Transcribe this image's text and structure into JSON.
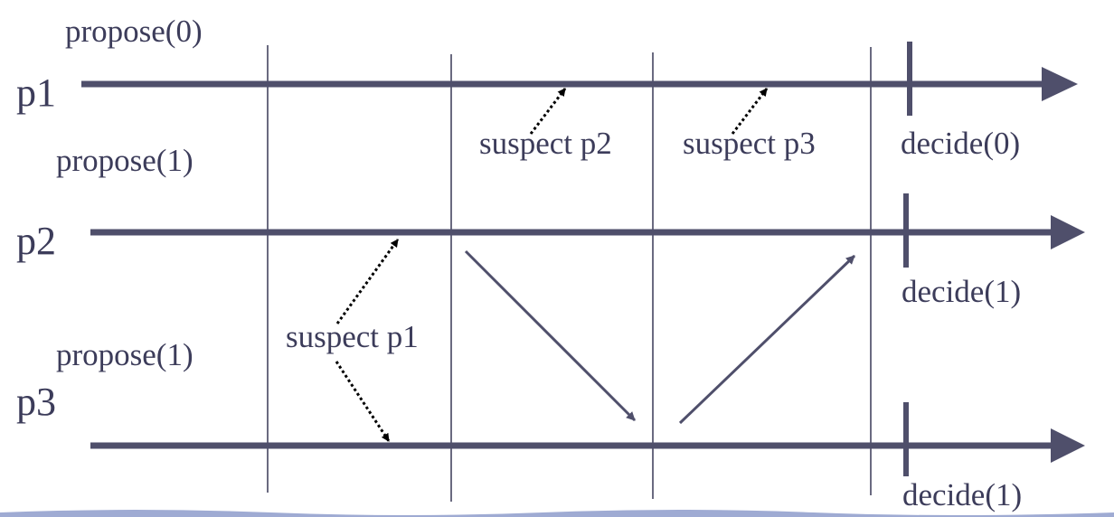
{
  "processes": [
    {
      "label": "p1",
      "propose": "propose(0)",
      "decide": "decide(0)"
    },
    {
      "label": "p2",
      "propose": "propose(1)",
      "decide": "decide(1)"
    },
    {
      "label": "p3",
      "propose": "propose(1)",
      "decide": "decide(1)"
    }
  ],
  "suspicions": [
    {
      "label": "suspect p1"
    },
    {
      "label": "suspect p2"
    },
    {
      "label": "suspect p3"
    }
  ],
  "colors": {
    "timeline": "#4f4f6b",
    "divider": "#6a6a80",
    "text": "#3c3c5a",
    "dotted": "#000000",
    "wave": "#7f8fc4"
  }
}
